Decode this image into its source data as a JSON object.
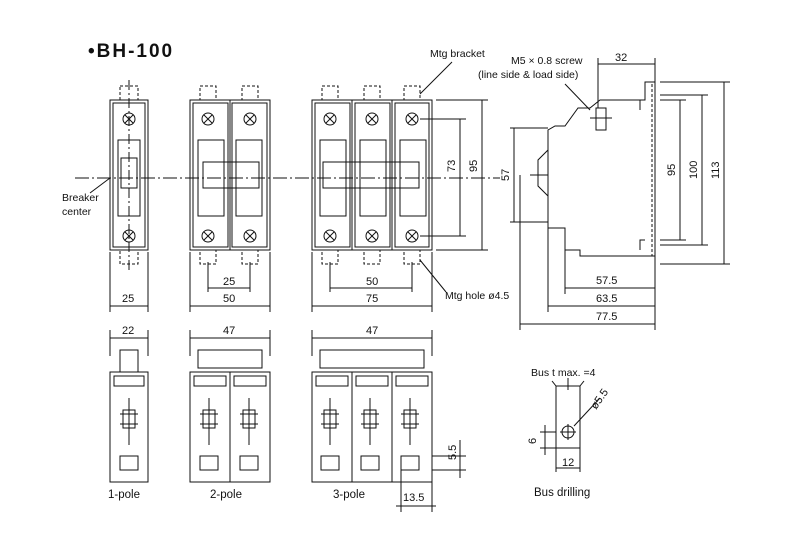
{
  "title": "•BH-100",
  "labels": {
    "mtg_bracket": "Mtg bracket",
    "screw_line1": "M5 × 0.8 screw",
    "screw_line2": "(line side & load side)",
    "breaker_center_1": "Breaker",
    "breaker_center_2": "center",
    "mtg_hole": "Mtg hole ø4.5",
    "bus_t": "Bus t max. =4",
    "bus_drilling": "Bus drilling",
    "pole1": "1-pole",
    "pole2": "2-pole",
    "pole3": "3-pole"
  },
  "dims": {
    "w25_1p": "25",
    "w50_2p": "50",
    "w25_2p_pitch": "25",
    "w75_3p": "75",
    "w50_3p_pitch": "50",
    "h73": "73",
    "h95_front": "95",
    "h57": "57",
    "h95_side": "95",
    "h100": "100",
    "h113": "113",
    "w32": "32",
    "w57_5": "57.5",
    "w63_5": "63.5",
    "w77_5": "77.5",
    "w22": "22",
    "w47_2p": "47",
    "w47_3p": "47",
    "h5_5": "5.5",
    "w13_5": "13.5",
    "d5_5": "ø5.5",
    "h6": "6",
    "w12": "12"
  }
}
